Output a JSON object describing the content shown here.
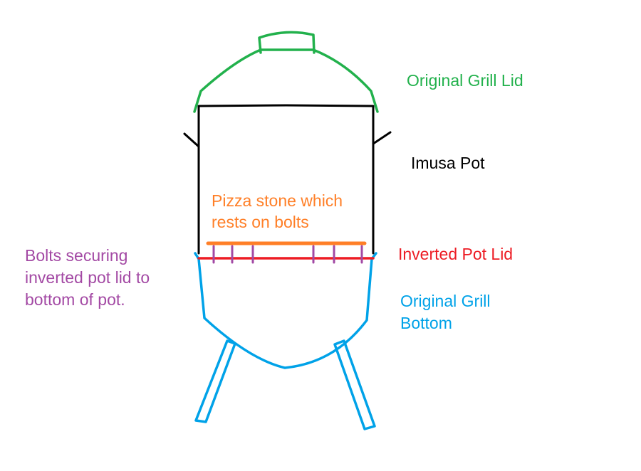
{
  "labels": {
    "grill_lid": "Original Grill Lid",
    "pot": "Imusa Pot",
    "stone_line1": "Pizza stone which",
    "stone_line2": "rests on bolts",
    "pot_lid": "Inverted Pot Lid",
    "bolts_line1": "Bolts securing",
    "bolts_line2": "inverted pot lid to",
    "bolts_line3": "bottom of pot.",
    "grill_bottom_line1": "Original Grill",
    "grill_bottom_line2": "Bottom"
  },
  "colors": {
    "grill_lid": "#22b14c",
    "pot": "#000000",
    "pizza_stone": "#ff7f27",
    "pot_lid": "#ed1c24",
    "bolts": "#a349a4",
    "grill_bottom": "#00a2e8",
    "background": "#ffffff"
  }
}
